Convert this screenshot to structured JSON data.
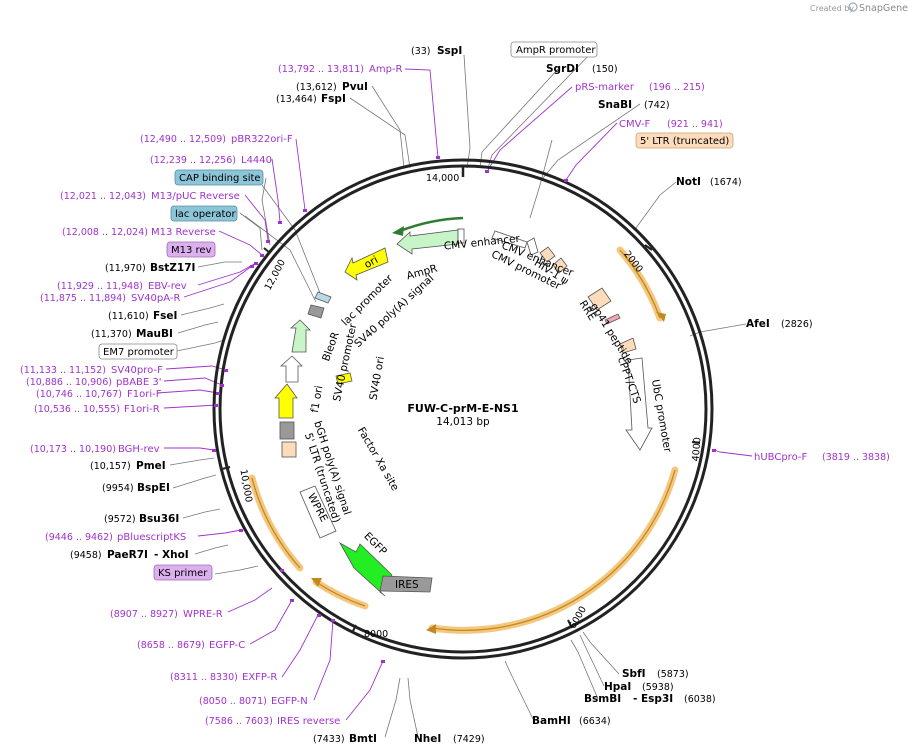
{
  "credit": {
    "prefix": "Created by",
    "brand": "SnapGene"
  },
  "plasmid": {
    "name": "FUW-C-prM-E-NS1",
    "size": "14,013 bp"
  },
  "ticks": [
    "2000",
    "4000",
    "6000",
    "8000",
    "10,000",
    "12,000",
    "14,000"
  ],
  "sites": {
    "SspI": {
      "name": "SspI",
      "pos": "(33)"
    },
    "SgrDI": {
      "name": "SgrDI",
      "pos": "(150)"
    },
    "SnaBI": {
      "name": "SnaBI",
      "pos": "(742)"
    },
    "NotI": {
      "name": "NotI",
      "pos": "(1674)"
    },
    "AfeI": {
      "name": "AfeI",
      "pos": "(2826)"
    },
    "SbfI": {
      "name": "SbfI",
      "pos": "(5873)"
    },
    "HpaI": {
      "name": "HpaI",
      "pos": "(5938)"
    },
    "BsmBI": {
      "name": "BsmBI",
      "pos": "- Esp3I",
      "pos2": "(6038)"
    },
    "BamHI": {
      "name": "BamHI",
      "pos": "(6634)"
    },
    "NheI": {
      "name": "NheI",
      "pos": "(7429)"
    },
    "BmtI": {
      "name": "BmtI",
      "pos": "(7433)"
    },
    "PaeR7I": {
      "name": "PaeR7I",
      "pos": "(9458)",
      "extra": "- XhoI"
    },
    "Bsu36I": {
      "name": "Bsu36I",
      "pos": "(9572)"
    },
    "BspEI": {
      "name": "BspEI",
      "pos": "(9954)"
    },
    "PmeI": {
      "name": "PmeI",
      "pos": "(10,157)"
    },
    "MauBI": {
      "name": "MauBI",
      "pos": "(11,370)"
    },
    "FseI": {
      "name": "FseI",
      "pos": "(11,610)"
    },
    "BstZ17I": {
      "name": "BstZ17I",
      "pos": "(11,970)"
    },
    "FspI": {
      "name": "FspI",
      "pos": "(13,464)"
    },
    "PvuI": {
      "name": "PvuI",
      "pos": "(13,612)"
    }
  },
  "primers": {
    "AmpR": {
      "name": "Amp-R",
      "pos": "(13,792 .. 13,811)"
    },
    "pRS": {
      "name": "pRS-marker",
      "pos": "(196 .. 215)"
    },
    "CMVF": {
      "name": "CMV-F",
      "pos": "(921 .. 941)"
    },
    "pBR": {
      "name": "pBR322ori-F",
      "pos": "(12,490 .. 12,509)"
    },
    "L4440": {
      "name": "L4440",
      "pos": "(12,239 .. 12,256)"
    },
    "M13pUC": {
      "name": "M13/pUC Reverse",
      "pos": "(12,021 .. 12,043)"
    },
    "M13Rev": {
      "name": "M13 Reverse",
      "pos": "(12,008 .. 12,024)"
    },
    "EBV": {
      "name": "EBV-rev",
      "pos": "(11,929 .. 11,948)"
    },
    "SV40pAR": {
      "name": "SV40pA-R",
      "pos": "(11,875 .. 11,894)"
    },
    "SV40pro": {
      "name": "SV40pro-F",
      "pos": "(11,133 .. 11,152)"
    },
    "pBABE": {
      "name": "pBABE 3'",
      "pos": "(10,886 .. 10,906)"
    },
    "F1oriF": {
      "name": "F1ori-F",
      "pos": "(10,746 .. 10,767)"
    },
    "F1oriR": {
      "name": "F1ori-R",
      "pos": "(10,536 .. 10,555)"
    },
    "BGH": {
      "name": "BGH-rev",
      "pos": "(10,173 .. 10,190)"
    },
    "pBS": {
      "name": "pBluescriptKS",
      "pos": "(9446 .. 9462)"
    },
    "WPRE": {
      "name": "WPRE-R",
      "pos": "(8907 .. 8927)"
    },
    "EGFPC": {
      "name": "EGFP-C",
      "pos": "(8658 .. 8679)"
    },
    "EXFP": {
      "name": "EXFP-R",
      "pos": "(8311 .. 8330)"
    },
    "EGFPN": {
      "name": "EGFP-N",
      "pos": "(8050 .. 8071)"
    },
    "IRES": {
      "name": "IRES reverse",
      "pos": "(7586 .. 7603)"
    },
    "hUBC": {
      "name": "hUBCpro-F",
      "pos": "(3819 .. 3838)"
    }
  },
  "boxes": {
    "AmpRprom": "AmpR promoter",
    "LTR5": "5' LTR (truncated)",
    "CAP": "CAP binding site",
    "lacop": "lac operator",
    "M13rev": "M13 rev",
    "EM7": "EM7 promoter",
    "KS": "KS primer"
  },
  "features": {
    "ori": "ori",
    "AmpR": "AmpR",
    "CMVenh": "CMV enhancer",
    "CMVprom": "CMV promoter",
    "HIV": "HIV-1 ψ",
    "RRE": "RRE",
    "gp41": "gp41 peptide",
    "cPPT": "cPPT/CTS",
    "UbC": "UbC promoter",
    "lacprom": "lac promoter",
    "SV40pA": "SV40 poly(A) signal",
    "BleoR": "BleoR",
    "SV40prom": "SV40 promoter",
    "f1ori": "f1 ori",
    "SV40ori": "SV40 ori",
    "bGH": "bGH poly(A) signal",
    "LTRtr": "5' LTR (truncated)",
    "FactorXa": "Factor Xa site",
    "WPRE": "WPRE",
    "EGFP": "EGFP",
    "IRES": "IRES"
  },
  "colors": {
    "primer": "#a033cc",
    "orf": "#f5c77e",
    "site_box_blue": "#8cc4d8",
    "primer_box": "#dcb0ef"
  }
}
